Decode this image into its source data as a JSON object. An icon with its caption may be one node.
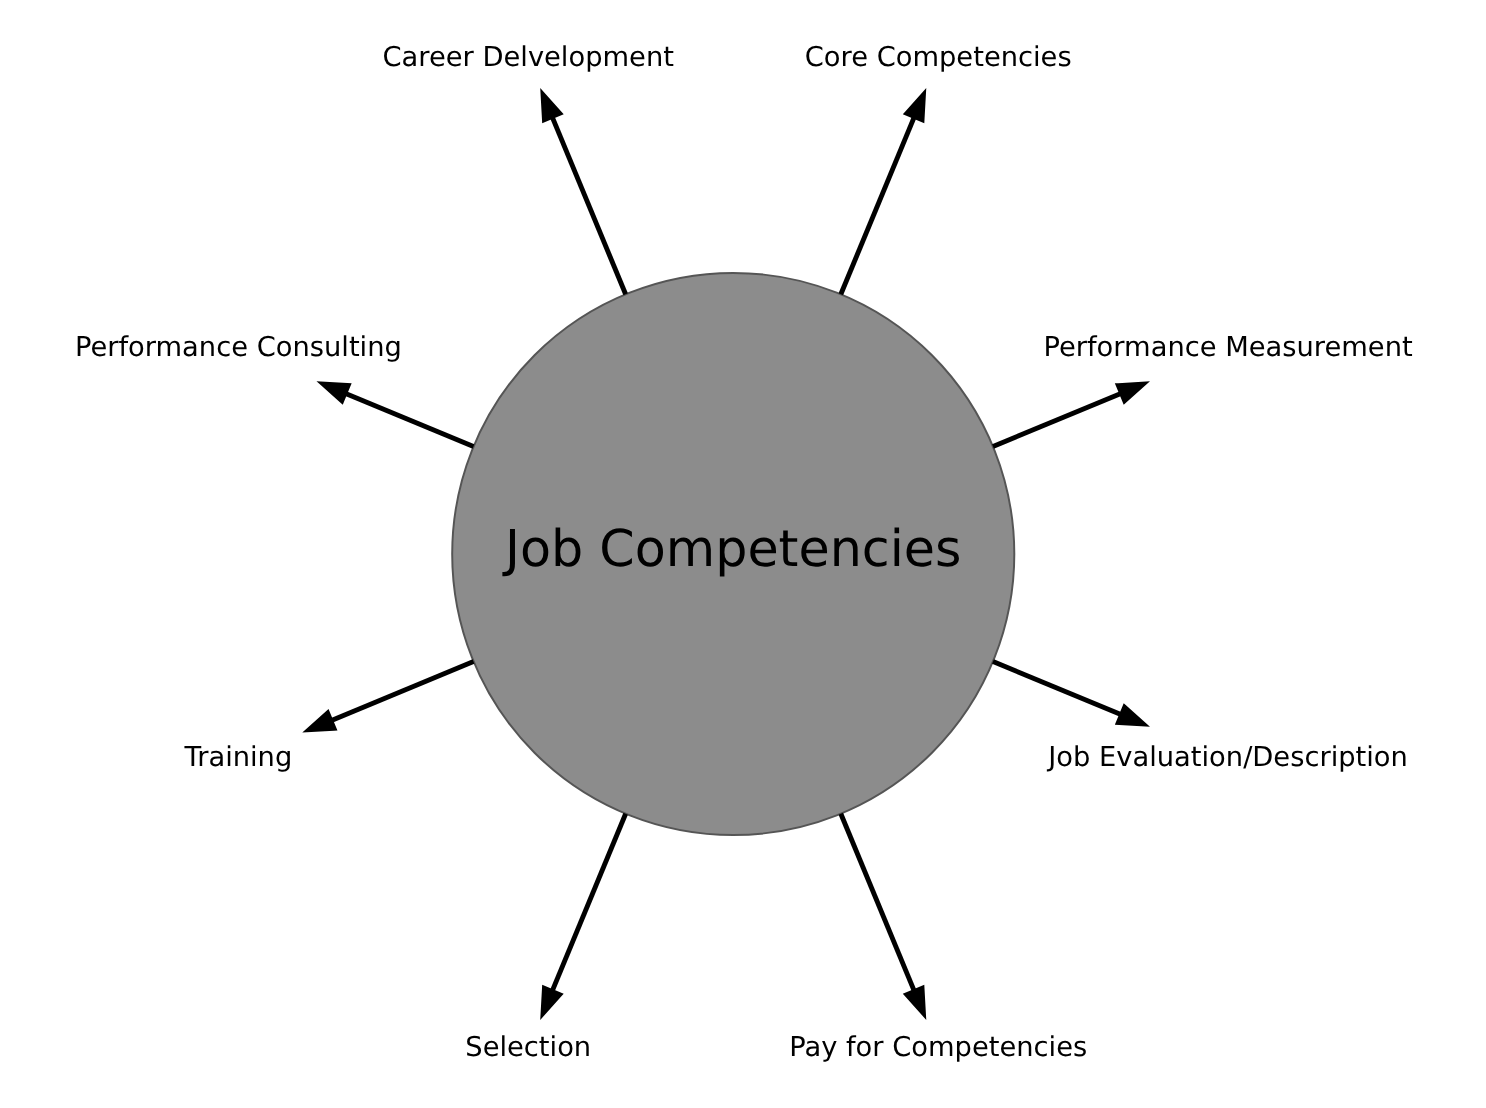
{
  "diagram": {
    "nodes": [
      {
        "text": [
          "Job Competencies"
        ]
      },
      {
        "text": [
          "Performance Measurement"
        ]
      },
      {
        "text": [
          "Core Competencies"
        ]
      },
      {
        "text": [
          "Career Delvelopment"
        ]
      },
      {
        "text": [
          "Performance Consulting"
        ]
      },
      {
        "text": [
          "Training"
        ]
      },
      {
        "text": [
          "Selection"
        ]
      },
      {
        "text": [
          "Pay for Competencies"
        ]
      },
      {
        "text": [
          "Job Evaluation/Description"
        ]
      }
    ],
    "edges": [
      {
        "from": 0,
        "to": 1,
        "arrow": "to"
      },
      {
        "from": 0,
        "to": 3,
        "arrow": "to"
      },
      {
        "from": 0,
        "to": 5,
        "arrow": "to"
      },
      {
        "from": 0,
        "to": 7,
        "arrow": "to"
      },
      {
        "from": 0,
        "to": 8,
        "arrow": "to"
      },
      {
        "from": 0,
        "to": 6,
        "arrow": "to"
      },
      {
        "from": 0,
        "to": 4,
        "arrow": "to"
      },
      {
        "from": 0,
        "to": 2,
        "arrow": "to"
      }
    ]
  }
}
